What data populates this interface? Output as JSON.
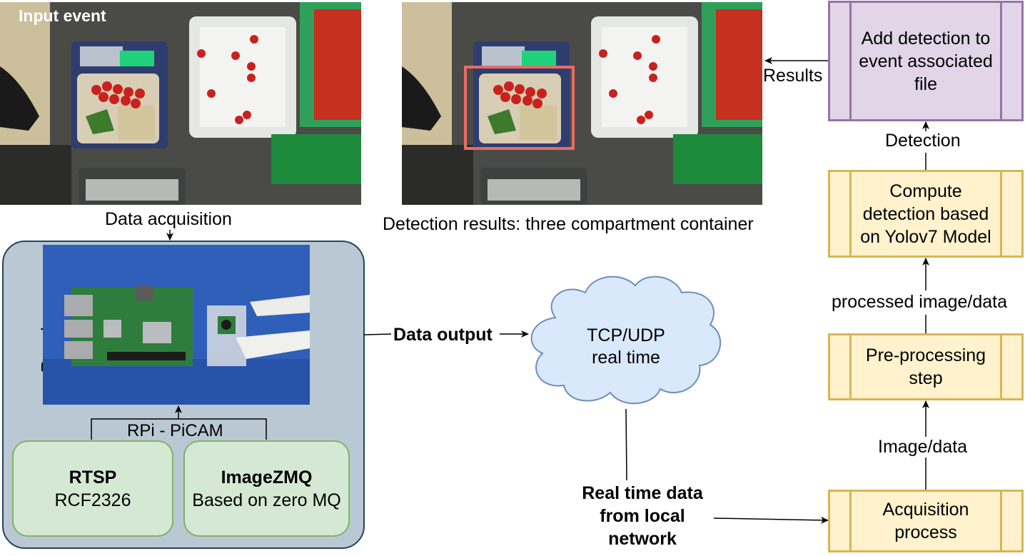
{
  "photos": {
    "input_title": "Input event",
    "detection_caption": "Detection results: three compartment container"
  },
  "labels": {
    "data_acquisition": "Data acquisition",
    "data_output": "Data output",
    "results": "Results",
    "detection": "Detection",
    "processed": "processed image/data",
    "image_data": "Image/data",
    "realtime_line1": "Real time data",
    "realtime_line2": "from local",
    "realtime_line3": "network",
    "rpi_picam": "RPi - PiCAM",
    "raspberry": "Raspberry"
  },
  "cloud": {
    "line1": "TCP/UDP",
    "line2": "real time"
  },
  "boxes": {
    "add_detection": {
      "line1": "Add detection to",
      "line2": "event associated",
      "line3": "file"
    },
    "compute": {
      "line1": "Compute",
      "line2": "detection based",
      "line3": "on Yolov7 Model"
    },
    "preprocess": {
      "line1": "Pre-processing",
      "line2": "step"
    },
    "acquisition": {
      "line1": "Acquisition",
      "line2": "process"
    }
  },
  "green_boxes": {
    "rtsp": {
      "title": "RTSP",
      "subtitle": "RCF2326"
    },
    "imagezmq": {
      "title": "ImageZMQ",
      "subtitle": "Based on zero MQ"
    }
  },
  "colors": {
    "yellow_fill": "#fff2cc",
    "yellow_stroke": "#d6b656",
    "purple_fill": "#e1d5e7",
    "purple_stroke": "#9673a6",
    "cloud_fill": "#dae8fc",
    "cloud_stroke": "#6c8ebf",
    "rasp_fill": "#bac8d3",
    "green_fill": "#d5e8d4",
    "detection_box": "#ea6b66"
  }
}
